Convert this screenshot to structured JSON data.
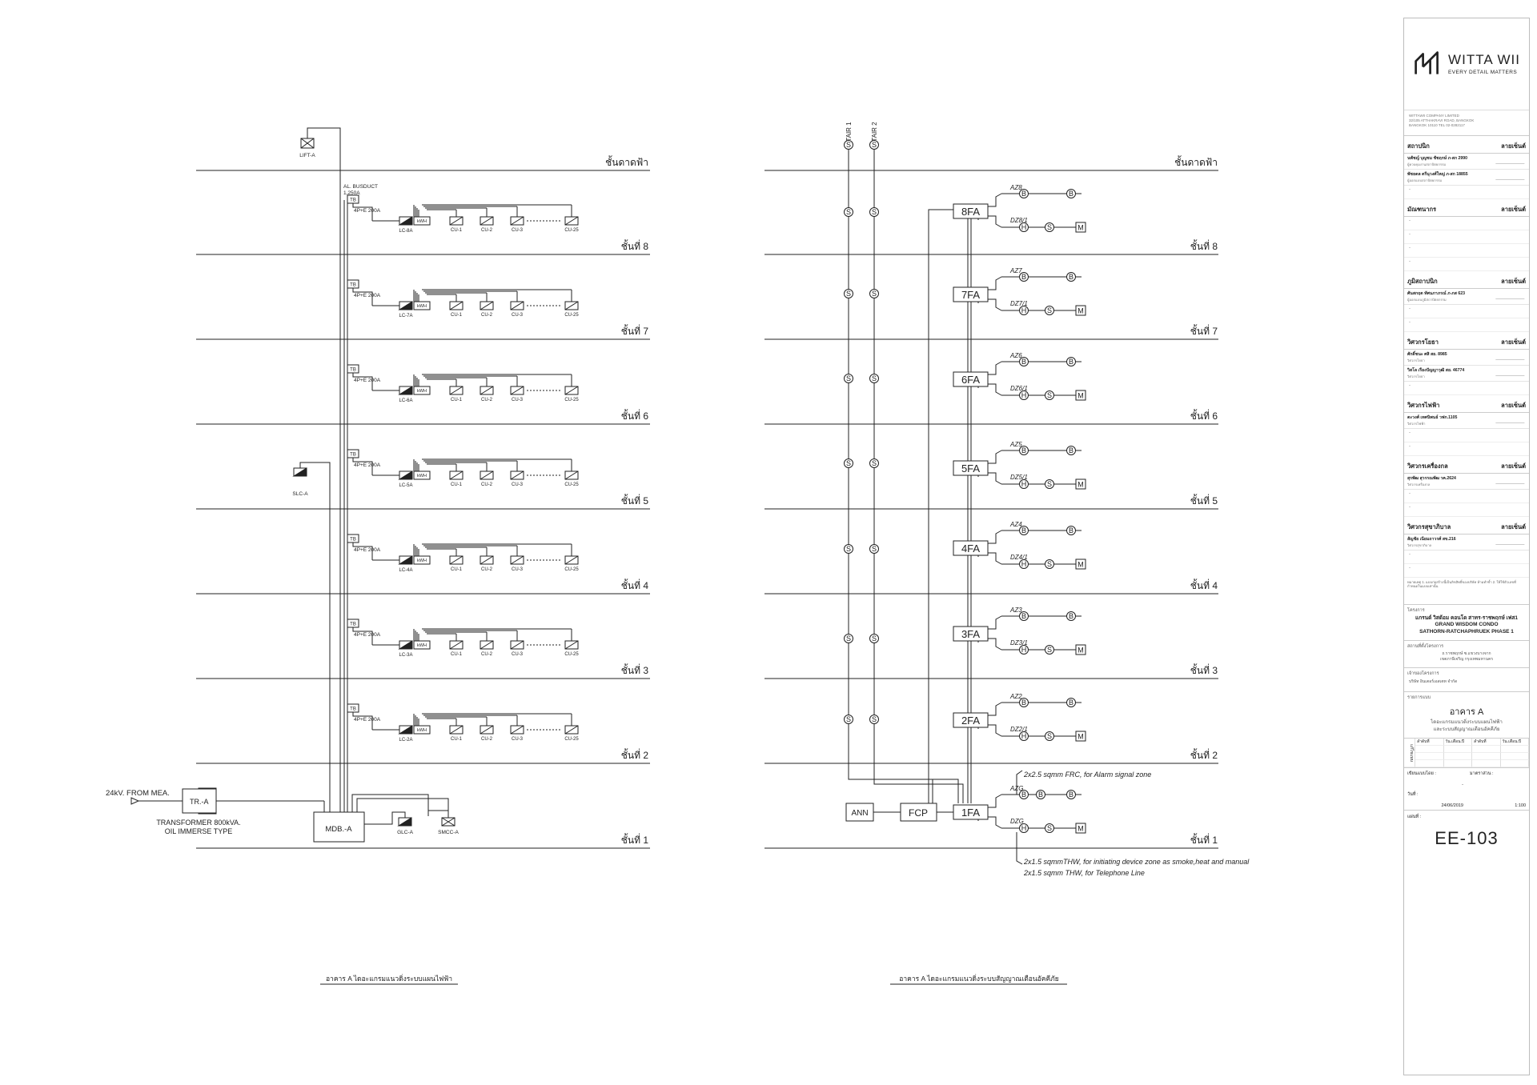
{
  "power": {
    "roof_label": "ชั้นดาดฟ้า",
    "floor_labels": [
      "ชั้นที่ 8",
      "ชั้นที่ 7",
      "ชั้นที่ 6",
      "ชั้นที่ 5",
      "ชั้นที่ 4",
      "ชั้นที่ 3",
      "ชั้นที่ 2",
      "ชั้นที่ 1"
    ],
    "lift": "LIFT-A",
    "busduct": [
      "AL. BUSDUCT",
      "1,250A"
    ],
    "tb": "TB",
    "breaker": "4P+E 200A",
    "kwh": "kWH",
    "lc": [
      "LC-8A",
      "LC-7A",
      "LC-6A",
      "LC-5A",
      "LC-4A",
      "LC-3A",
      "LC-2A"
    ],
    "cu": [
      "CU-1",
      "CU-2",
      "CU-3",
      "CU-25"
    ],
    "slc": "SLC-A",
    "incoming": "24kV. FROM MEA.",
    "tr": "TR.-A",
    "tr_note": [
      "TRANSFORMER 800kVA.",
      "OIL IMMERSE TYPE"
    ],
    "mdb": "MDB.-A",
    "glc": "GLC-A",
    "smcc": "SMCC-A",
    "caption": "อาคาร A ไดอะแกรมแนวดิ่งระบบแผนไฟฟ้า"
  },
  "fire": {
    "roof_label": "ชั้นดาดฟ้า",
    "floor_labels": [
      "ชั้นที่ 8",
      "ชั้นที่ 7",
      "ชั้นที่ 6",
      "ชั้นที่ 5",
      "ชั้นที่ 4",
      "ชั้นที่ 3",
      "ชั้นที่ 2",
      "ชั้นที่ 1"
    ],
    "stairs": [
      "STAIR 1",
      "STAIR 2"
    ],
    "s": "S",
    "b": "B",
    "h": "H",
    "m": "M",
    "fa": [
      "8FA",
      "7FA",
      "6FA",
      "5FA",
      "4FA",
      "3FA",
      "2FA",
      "1FA"
    ],
    "az": [
      "AZ8",
      "AZ7",
      "AZ6",
      "AZ5",
      "AZ4",
      "AZ3",
      "AZ2",
      "AZG"
    ],
    "dz": [
      "DZ8/1",
      "DZ7/1",
      "DZ6/1",
      "DZ5/1",
      "DZ4/1",
      "DZ3/1",
      "DZ2/1",
      "DZG"
    ],
    "ann": "ANN",
    "fcp": "FCP",
    "notes": [
      "2x2.5 sqmm FRC, for Alarm signal zone",
      "2x1.5 sqmmTHW, for initiating device zone as smoke,heat and manual",
      "2x1.5 sqmm THW, for Telephone Line"
    ],
    "caption": "อาคาร A ไดอะแกรมแนวดิ่งระบบสัญญาณเตือนอัคคีภัย"
  },
  "titleblock": {
    "brand": "WITTA WII",
    "tagline": "EVERY DETAIL MATTERS",
    "address": [
      "WITTAWII COMPANY LIMITED",
      "32/105 ATTHAKRAVI ROAD, BANGKOK",
      "BANGKOK 10110 TEL 02-0282117"
    ],
    "signature_label": "ลายเซ็นต์",
    "sections": [
      {
        "title": "สถาปนิก",
        "rows": [
          {
            "name": "นพัชญ์ บุญชม ชัชฤกษ์ ภ-สก 2990",
            "desc": "ผู้ควบคุมงานสถาปัตยกรรม"
          },
          {
            "name": "พัชธดล ตรีนุวงศ์ใหญ่ ภ-สก 18855",
            "desc": "ผู้ออกแบบสถาปัตยกรรม"
          },
          {
            "name": "-",
            "desc": ""
          }
        ]
      },
      {
        "title": "มัณฑนากร",
        "rows": [
          {
            "name": "-",
            "desc": ""
          },
          {
            "name": "-",
            "desc": ""
          },
          {
            "name": "-",
            "desc": ""
          },
          {
            "name": "-",
            "desc": ""
          }
        ]
      },
      {
        "title": "ภูมิสถาปนิก",
        "rows": [
          {
            "name": "ศันสกฤต ทัศนภาภรณ์ ภ-ภส 623",
            "desc": "ผู้ออกแบบภูมิสถาปัตยกรรม"
          },
          {
            "name": "-",
            "desc": ""
          },
          {
            "name": "-",
            "desc": ""
          }
        ]
      },
      {
        "title": "วิศวกรโยธา",
        "rows": [
          {
            "name": "ศักดิ์ชนะ ศสิ สย. 8985",
            "desc": "วิศวกรโยธา"
          },
          {
            "name": "วิสโล เรืองปัญญาวุฒิ สย. 46774",
            "desc": "วิศวกรโยธา"
          },
          {
            "name": "-",
            "desc": ""
          }
        ]
      },
      {
        "title": "วิศวกรไฟฟ้า",
        "rows": [
          {
            "name": "ตะวงศ์ เทศนิพนธ์ วฟก.1105",
            "desc": "วิศวกรไฟฟ้า"
          },
          {
            "name": "-",
            "desc": ""
          },
          {
            "name": "-",
            "desc": ""
          }
        ]
      },
      {
        "title": "วิศวกรเครื่องกล",
        "rows": [
          {
            "name": "สุรพัฒ สุวรรณพัฒ วค.2624",
            "desc": "วิศวกรเครื่องกล"
          },
          {
            "name": "-",
            "desc": ""
          },
          {
            "name": "-",
            "desc": ""
          }
        ]
      },
      {
        "title": "วิศวกรสุขาภิบาล",
        "rows": [
          {
            "name": "สัญชัย เนียมถาวรศ์ สข.216",
            "desc": "วิศวกรสุขาภิบาล"
          },
          {
            "name": "-",
            "desc": ""
          },
          {
            "name": "-",
            "desc": ""
          }
        ]
      }
    ],
    "note": "หมายเหตุ 1. แบบก่อสร้างนี้เป็นลิขสิทธิ์ของบริษัท ห้ามทำซ้ำ 2. ให้ใช้ตัวเลขที่กำหนดในแบบเท่านั้น",
    "project_label": "โครงการ",
    "project": [
      "แกรนด์ วิสด้อม คอนโด สาทร-ราชพฤกษ์ เฟส1",
      "GRAND WISDOM CONDO",
      "SATHORN-RATCHAPHRUEK PHASE 1"
    ],
    "location_label": "สถานที่ตั้งโครงการ",
    "location": [
      "ถ.ราชพฤกษ์ ซ.แขวงบางจาก",
      "เขตภาษีเจริญ กรุงเทพมหานคร"
    ],
    "owner_label": "เจ้าของโครงการ",
    "owner": "บริษัท อินเตอร์เอสเตท จำกัด",
    "drawing_label": "รายการแบบ",
    "drawing_title": "อาคาร A",
    "drawing_sub": [
      "ไดอะแกรมแนวดิ่งระบบแผนไฟฟ้า",
      "และระบบสัญญาณเตือนอัคคีภัย"
    ],
    "rev_head": [
      "ลำดับที่",
      "วัน.เดือน.ปี",
      "ลำดับที่",
      "วัน.เดือน.ปี"
    ],
    "rev_side": "แก้ไขแบบ",
    "drawn_label": "เขียนแบบโดย :",
    "drawn_value": "-",
    "scale_label": "มาตราส่วน :",
    "scale_value": "1:100",
    "date_label": "วันที่ :",
    "date_value": "24/06/2019",
    "sheet_label": "แผ่นที่ :",
    "sheet_no": "EE-103"
  }
}
